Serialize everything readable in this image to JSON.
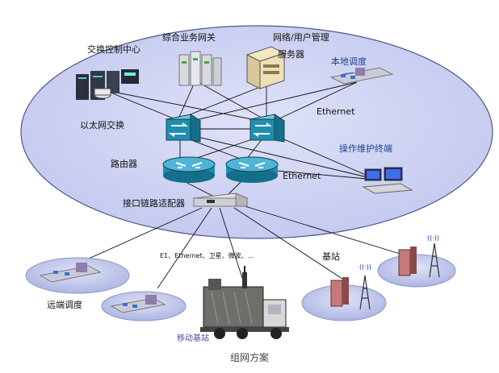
{
  "labels": {
    "switch_center": "交换控制中心",
    "service_gateway": "综合业务网关",
    "network_mgmt_line1": "网络/用户管理",
    "network_mgmt_line2": "服务器",
    "local_dispatch": "本地调度",
    "ethernet_top": "Ethernet",
    "ethernet_switch": "以太网交换",
    "om_terminal": "操作维护终端",
    "router": "路由器",
    "ethernet_bottom": "Ethernet",
    "link_adapter": "接口链路适配器",
    "link_types": "E1、Ethernet、卫星、微波、…",
    "base_station": "基站",
    "remote_dispatch": "远端调度",
    "mobile_base_station": "移动基站",
    "caption": "组网方案"
  },
  "colors": {
    "ellipse_fill": "#c8cdf0",
    "ellipse_border": "#555c8f",
    "switch_fill": "#1f8fb0",
    "router_fill": "#1f8fb0",
    "label_blue": "#1f3f8f",
    "mobile_label": "#4a4f9a"
  },
  "icons": [
    "server-rack-icon",
    "gateway-server-icon",
    "tower-server-icon",
    "dispatch-console-icon",
    "switch-icon",
    "router-icon",
    "workstation-icon",
    "adapter-device-icon",
    "base-station-icon",
    "antenna-icon",
    "truck-icon"
  ]
}
